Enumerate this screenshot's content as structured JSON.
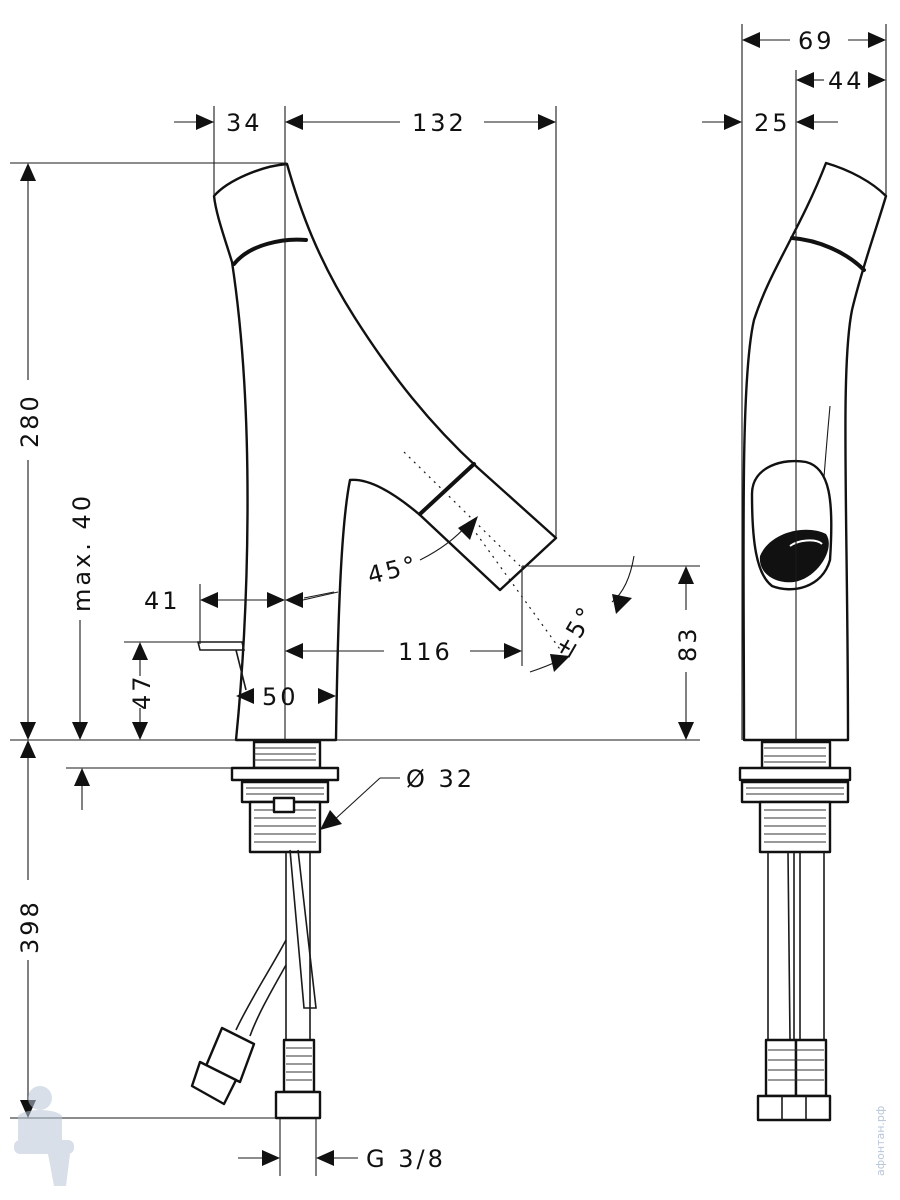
{
  "front_view": {
    "dim_34": "34",
    "dim_132": "132",
    "dim_280": "280",
    "dim_max40": "max. 40",
    "dim_41": "41",
    "dim_47": "47",
    "dim_50": "50",
    "dim_116": "116",
    "dim_45deg": "45°",
    "dim_5deg": "±5°",
    "dim_83": "83",
    "dim_d32": "Ø 32",
    "dim_398": "398",
    "dim_g38": "G 3/8"
  },
  "side_view": {
    "dim_69": "69",
    "dim_44": "44",
    "dim_25": "25"
  },
  "watermark": "афонтан.рф"
}
